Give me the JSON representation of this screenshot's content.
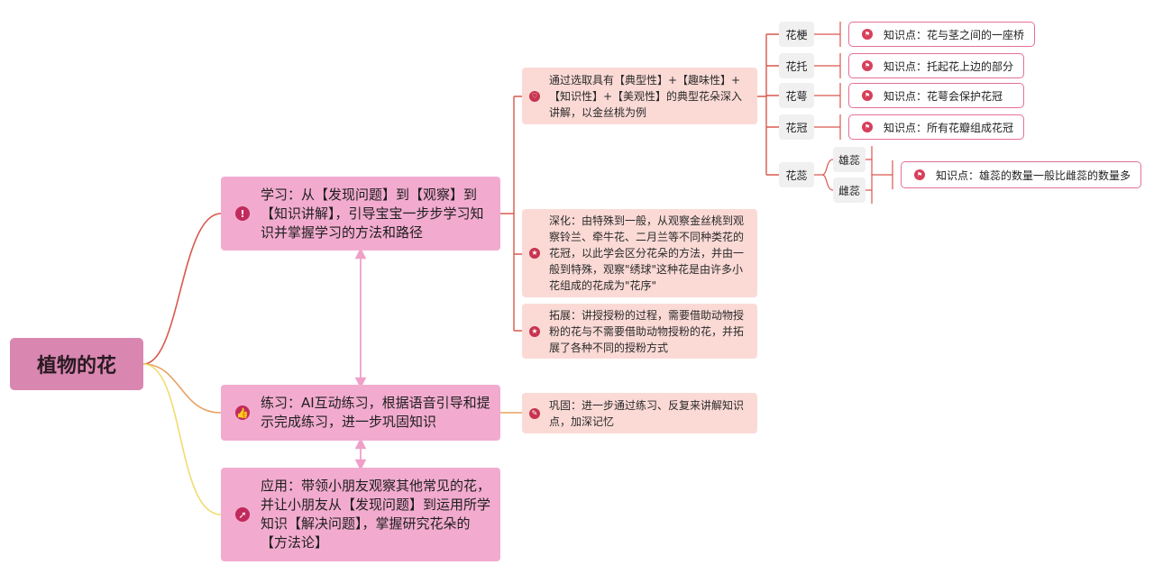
{
  "root": {
    "label": "植物的花"
  },
  "branches": [
    {
      "label": "学习：从【发现问题】到【观察】到【知识讲解】，引导宝宝一步步学习知识并掌握学习的方法和路径",
      "icon": "exclamation-icon",
      "children": [
        {
          "label": "通过选取具有【典型性】+【趣味性】+【知识性】+【美观性】的典型花朵深入讲解，以金丝桃为例",
          "icon": "heart-icon"
        },
        {
          "label": "深化：由特殊到一般，从观察金丝桃到观察铃兰、牵牛花、二月兰等不同种类花的花冠，以此学会区分花朵的方法，并由一般到特殊，观察\"绣球\"这种花是由许多小花组成的花成为\"花序\"",
          "icon": "star-icon"
        },
        {
          "label": "拓展：讲授授粉的过程，需要借助动物授粉的花与不需要借助动物授粉的花，并拓展了各种不同的授粉方式",
          "icon": "star-icon"
        }
      ]
    },
    {
      "label": "练习：AI互动练习，根据语音引导和提示完成练习，进一步巩固知识",
      "icon": "thumbs-up-icon",
      "children": [
        {
          "label": "巩固：进一步通过练习、反复来讲解知识点，加深记忆",
          "icon": "memo-icon"
        }
      ]
    },
    {
      "label": "应用：带领小朋友观察其他常见的花，并让小朋友从【发现问题】到运用所学知识【解决问题】，掌握研究花朵的【方法论】",
      "icon": "pin-icon"
    }
  ],
  "flower_parts": [
    {
      "label": "花梗",
      "knowledge": "知识点：花与茎之间的一座桥"
    },
    {
      "label": "花托",
      "knowledge": "知识点：托起花上边的部分"
    },
    {
      "label": "花萼",
      "knowledge": "知识点：花萼会保护花冠"
    },
    {
      "label": "花冠",
      "knowledge": "知识点：所有花瓣组成花冠"
    },
    {
      "label": "花蕊",
      "sub": [
        {
          "label": "雄蕊"
        },
        {
          "label": "雌蕊"
        }
      ],
      "knowledge": "知识点：雄蕊的数量一般比雌蕊的数量多"
    }
  ],
  "colors": {
    "root": "#d986b1",
    "level1": "#f2abcf",
    "level2": "#fbdad6",
    "knowledge_border": "#e46f99",
    "link_red": "#d9584d",
    "link_orange": "#e8a060",
    "link_yellow": "#f0dc70",
    "link_pink": "#f0a0c8"
  }
}
